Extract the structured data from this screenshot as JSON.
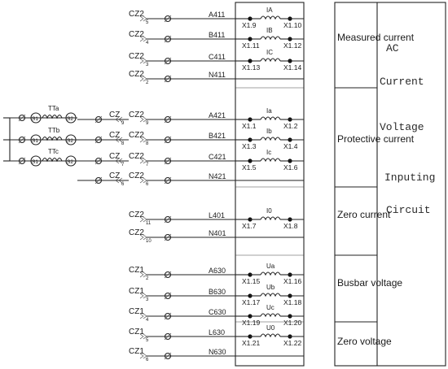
{
  "groups": [
    {
      "label": "Measured current"
    },
    {
      "label": "Protective current"
    },
    {
      "label": "Zero current"
    },
    {
      "label": "Busbar voltage"
    },
    {
      "label": "Zero voltage"
    }
  ],
  "right_words": [
    "AC",
    "Current",
    "Voltage",
    "Inputing",
    "Circuit"
  ],
  "ct": [
    {
      "name": "TTa",
      "s1": "S1",
      "s2": "S2"
    },
    {
      "name": "TTb",
      "s1": "S1",
      "s2": "S2"
    },
    {
      "name": "TTc",
      "s1": "S1",
      "s2": "S2"
    }
  ],
  "rows": [
    {
      "conn": "CZ2",
      "pin": "5",
      "wire": "A411",
      "t1": "X1.9",
      "t2": "X1.10",
      "coil": "IA"
    },
    {
      "conn": "CZ2",
      "pin": "4",
      "wire": "B411",
      "t1": "X1.11",
      "t2": "X1.12",
      "coil": "IB"
    },
    {
      "conn": "CZ2",
      "pin": "3",
      "wire": "C411",
      "t1": "X1.13",
      "t2": "X1.14",
      "coil": "IC"
    },
    {
      "conn": "CZ2",
      "pin": "2",
      "wire": "N411",
      "t1": "",
      "t2": "",
      "coil": ""
    },
    {
      "conn": "CZ2",
      "pin": "9",
      "wire": "A421",
      "t1": "X1.1",
      "t2": "X1.2",
      "coil": "Ia",
      "cz": "CZ",
      "czpin": "9"
    },
    {
      "conn": "CZ2",
      "pin": "8",
      "wire": "B421",
      "t1": "X1.3",
      "t2": "X1.4",
      "coil": "Ib",
      "cz": "CZ",
      "czpin": "8"
    },
    {
      "conn": "CZ2",
      "pin": "7",
      "wire": "C421",
      "t1": "X1.5",
      "t2": "X1.6",
      "coil": "Ic",
      "cz": "CZ",
      "czpin": "7"
    },
    {
      "conn": "CZ2",
      "pin": "6",
      "wire": "N421",
      "t1": "",
      "t2": "",
      "coil": "",
      "cz": "CZ",
      "czpin": "6"
    },
    {
      "conn": "CZ2",
      "pin": "11",
      "wire": "L401",
      "t1": "X1.7",
      "t2": "X1.8",
      "coil": "I0"
    },
    {
      "conn": "CZ2",
      "pin": "10",
      "wire": "N401",
      "t1": "",
      "t2": "",
      "coil": ""
    },
    {
      "conn": "CZ1",
      "pin": "2",
      "wire": "A630",
      "t1": "X1.15",
      "t2": "X1.16",
      "coil": "Ua"
    },
    {
      "conn": "CZ1",
      "pin": "3",
      "wire": "B630",
      "t1": "X1.17",
      "t2": "X1.18",
      "coil": "Ub"
    },
    {
      "conn": "CZ1",
      "pin": "4",
      "wire": "C630",
      "t1": "X1.19",
      "t2": "X1.20",
      "coil": "Uc"
    },
    {
      "conn": "CZ1",
      "pin": "5",
      "wire": "L630",
      "t1": "X1.21",
      "t2": "X1.22",
      "coil": "U0"
    },
    {
      "conn": "CZ1",
      "pin": "6",
      "wire": "N630",
      "t1": "",
      "t2": "",
      "coil": ""
    }
  ]
}
